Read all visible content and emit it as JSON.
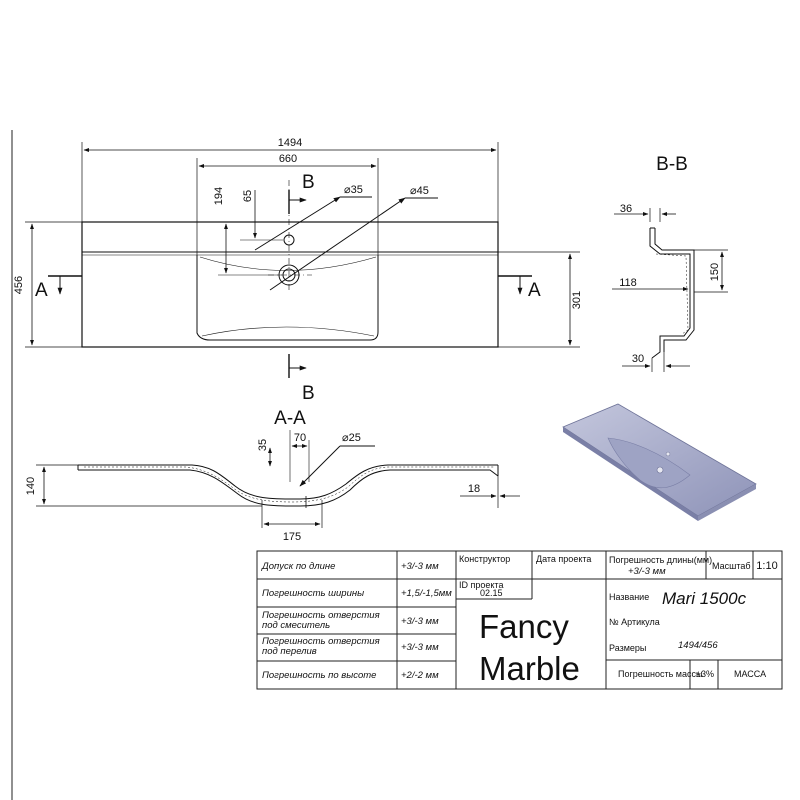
{
  "top_view": {
    "dims": {
      "length": "1494",
      "bowl_width": "660",
      "front_depth": "194",
      "tap_offset": "65",
      "tap_hole": "35",
      "drain_hole": "45",
      "depth": "456",
      "bowl_depth": "301"
    },
    "labels": {
      "sec_a_left": "A",
      "sec_a_right": "A",
      "sec_b_top": "B",
      "sec_b_bottom": "B"
    }
  },
  "section_aa": {
    "title": "A-A",
    "dims": {
      "hole_offset": "35",
      "hole_width": "70",
      "hole_dia": "25",
      "height": "140",
      "rim": "18",
      "bottom_width": "175"
    }
  },
  "section_bb": {
    "title": "B-B",
    "dims": {
      "wall_top": "36",
      "depth": "118",
      "bowl_height": "150",
      "wall_bottom": "30"
    }
  },
  "model_3d": {
    "color": "#a9adcc"
  },
  "title_block": {
    "rows": [
      {
        "label": "Допуск по длине",
        "value": "+3/-3 мм"
      },
      {
        "label": "Погрешность ширины",
        "value": "+1,5/-1,5мм"
      },
      {
        "label": "Погрешность отверстия под смеситель",
        "value": "+3/-3 мм"
      },
      {
        "label": "Погрешность отверстия под перелив",
        "value": "+3/-3 мм"
      },
      {
        "label": "Погрешность по высоте",
        "value": "+2/-2 мм"
      }
    ],
    "designer_label": "Конструктор",
    "date_label": "Дата проекта",
    "project_id_label": "ID проекта",
    "project_id_value": "02.15",
    "brand_line1": "Fancy",
    "brand_line2": "Marble",
    "length_error_label": "Погрешность длины(мм)",
    "length_error_value": "+3/-3 мм",
    "scale_label": "Масштаб",
    "scale_value": "1:10",
    "name_label": "Название",
    "name_value": "Mari 1500c",
    "article_label": "№ Артикула",
    "sizes_label": "Размеры",
    "sizes_value": "1494/456",
    "mass_error_label": "Погрешность массы",
    "mass_error_value": "±3%",
    "mass_label": "МАССА"
  }
}
